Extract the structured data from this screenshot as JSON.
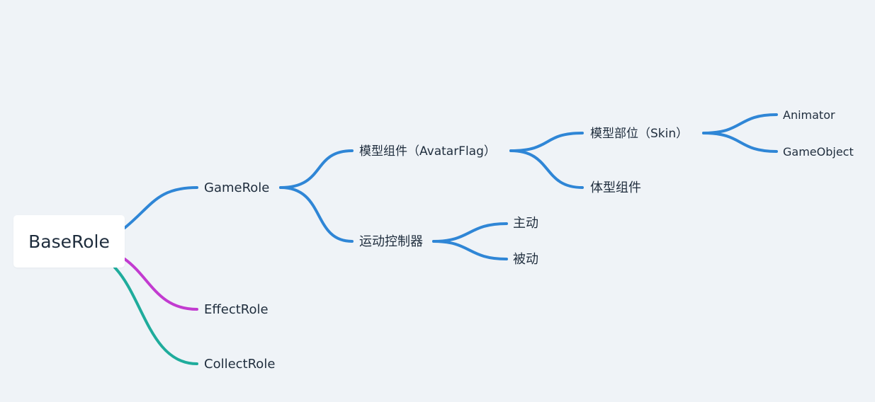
{
  "mindmap": {
    "root": {
      "label": "BaseRole"
    },
    "game_role": {
      "label": "GameRole"
    },
    "model_component": {
      "label": "模型组件（AvatarFlag）"
    },
    "model_part": {
      "label": "模型部位（Skin）"
    },
    "animator": {
      "label": "Animator"
    },
    "game_object": {
      "label": "GameObject"
    },
    "body_component": {
      "label": "体型组件"
    },
    "motion_controller": {
      "label": "运动控制器"
    },
    "active": {
      "label": "主动"
    },
    "passive": {
      "label": "被动"
    },
    "effect_role": {
      "label": "EffectRole"
    },
    "collect_role": {
      "label": "CollectRole"
    }
  },
  "colors": {
    "background": "#eff3f7",
    "branch_blue": "#2f86d6",
    "branch_purple": "#c23bd0",
    "branch_teal": "#1fac9c",
    "text": "#1f2d3d"
  }
}
